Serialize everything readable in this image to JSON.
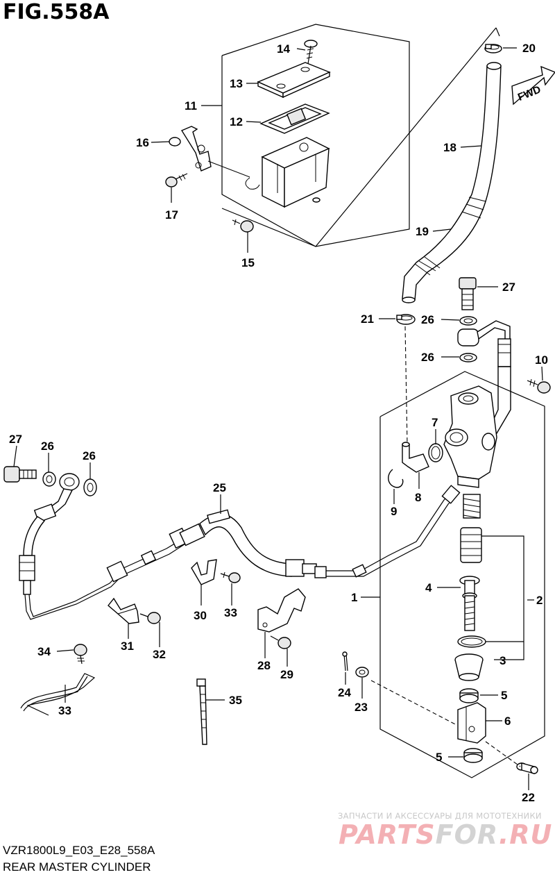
{
  "figure": {
    "title": "FIG.558A",
    "model_code": "VZR1800L9_E03_E28_558A",
    "caption": "REAR MASTER CYLINDER",
    "fwd_label": "FWD"
  },
  "watermark": {
    "tagline": "ЗАПЧАСТИ И АКСЕССУАРЫ ДЛЯ МОТОТЕХНИКИ",
    "logo_part1": "PARTS",
    "logo_part2": "FOR",
    "logo_part3": ".RU"
  },
  "callouts": [
    {
      "id": "1",
      "label": "1"
    },
    {
      "id": "2",
      "label": "2"
    },
    {
      "id": "3a",
      "label": "3"
    },
    {
      "id": "4",
      "label": "4"
    },
    {
      "id": "5a",
      "label": "5"
    },
    {
      "id": "5b",
      "label": "5"
    },
    {
      "id": "6",
      "label": "6"
    },
    {
      "id": "7",
      "label": "7"
    },
    {
      "id": "8",
      "label": "8"
    },
    {
      "id": "9",
      "label": "9"
    },
    {
      "id": "10",
      "label": "10"
    },
    {
      "id": "11",
      "label": "11"
    },
    {
      "id": "12",
      "label": "12"
    },
    {
      "id": "13",
      "label": "13"
    },
    {
      "id": "14",
      "label": "14"
    },
    {
      "id": "15",
      "label": "15"
    },
    {
      "id": "16",
      "label": "16"
    },
    {
      "id": "17",
      "label": "17"
    },
    {
      "id": "18",
      "label": "18"
    },
    {
      "id": "19",
      "label": "19"
    },
    {
      "id": "20",
      "label": "20"
    },
    {
      "id": "21",
      "label": "21"
    },
    {
      "id": "22",
      "label": "22"
    },
    {
      "id": "23",
      "label": "23"
    },
    {
      "id": "24",
      "label": "24"
    },
    {
      "id": "25",
      "label": "25"
    },
    {
      "id": "26a",
      "label": "26"
    },
    {
      "id": "26b",
      "label": "26"
    },
    {
      "id": "26c",
      "label": "26"
    },
    {
      "id": "26d",
      "label": "26"
    },
    {
      "id": "27a",
      "label": "27"
    },
    {
      "id": "27b",
      "label": "27"
    },
    {
      "id": "28",
      "label": "28"
    },
    {
      "id": "29",
      "label": "29"
    },
    {
      "id": "30",
      "label": "30"
    },
    {
      "id": "31",
      "label": "31"
    },
    {
      "id": "32",
      "label": "32"
    },
    {
      "id": "33a",
      "label": "33"
    },
    {
      "id": "33b",
      "label": "33"
    },
    {
      "id": "34",
      "label": "34"
    },
    {
      "id": "35",
      "label": "35"
    }
  ]
}
